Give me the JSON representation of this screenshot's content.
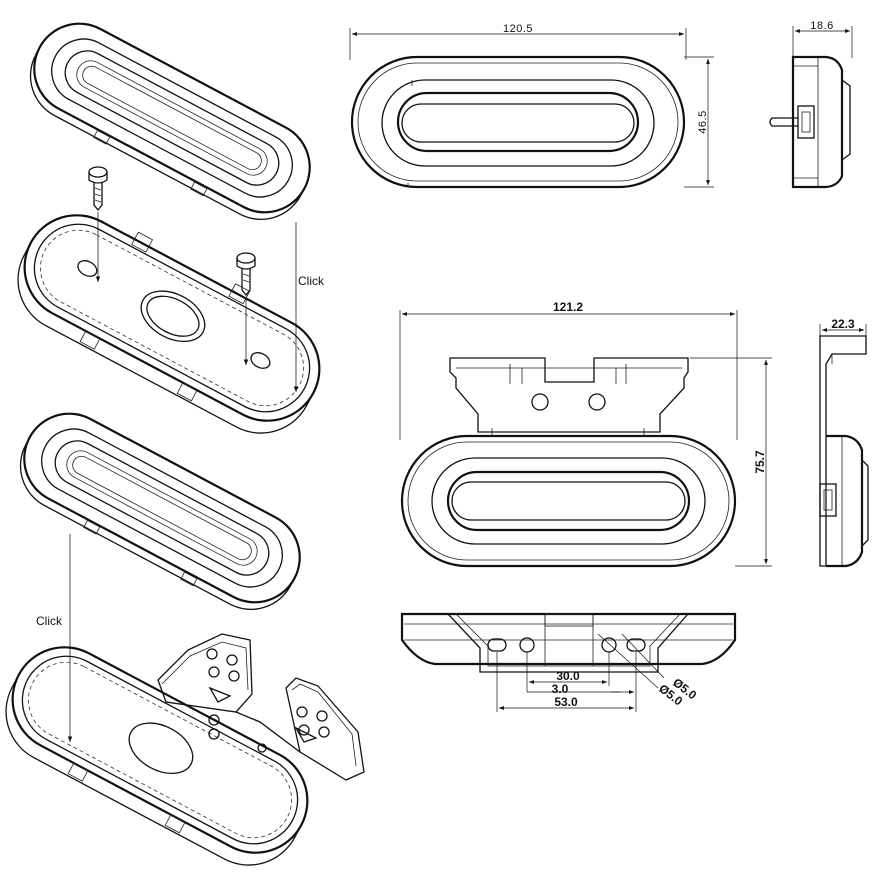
{
  "callouts": {
    "click_top": "Click",
    "click_bottom": "Click"
  },
  "dimensions": {
    "top_width": "120.5",
    "top_height": "46.5",
    "top_depth": "18.6",
    "mid_width": "121.2",
    "mid_height": "75.7",
    "mid_depth": "22.3",
    "hole_spacing_30": "30.0",
    "hole_spacing_3": "3.0",
    "hole_spacing_53": "53.0",
    "hole_dia_a": "Ø5.0",
    "hole_dia_b": "Ø5.0"
  },
  "colors": {
    "line": "#111111",
    "background": "#ffffff"
  }
}
